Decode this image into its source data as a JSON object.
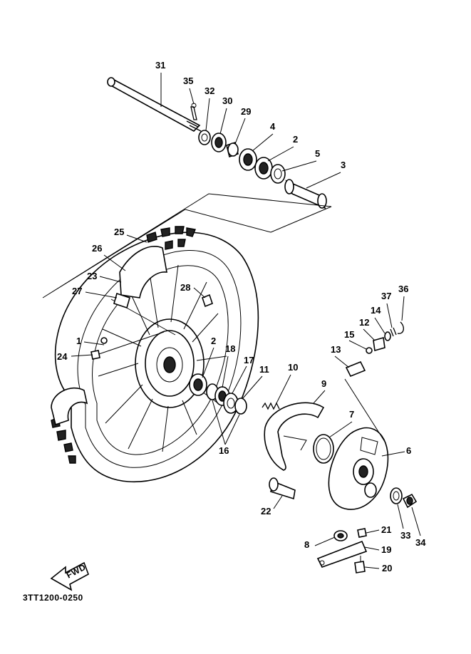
{
  "diagram": {
    "code": "3TT1200-0250",
    "fwd": "FWD",
    "callouts": [
      {
        "id": "c1",
        "text": "1"
      },
      {
        "id": "c2a",
        "text": "2"
      },
      {
        "id": "c2b",
        "text": "2"
      },
      {
        "id": "c3",
        "text": "3"
      },
      {
        "id": "c4",
        "text": "4"
      },
      {
        "id": "c5",
        "text": "5"
      },
      {
        "id": "c6",
        "text": "6"
      },
      {
        "id": "c7",
        "text": "7"
      },
      {
        "id": "c8",
        "text": "8"
      },
      {
        "id": "c9",
        "text": "9"
      },
      {
        "id": "c10",
        "text": "10"
      },
      {
        "id": "c11",
        "text": "11"
      },
      {
        "id": "c12",
        "text": "12"
      },
      {
        "id": "c13",
        "text": "13"
      },
      {
        "id": "c14",
        "text": "14"
      },
      {
        "id": "c15",
        "text": "15"
      },
      {
        "id": "c16",
        "text": "16"
      },
      {
        "id": "c17",
        "text": "17"
      },
      {
        "id": "c18",
        "text": "18"
      },
      {
        "id": "c19",
        "text": "19"
      },
      {
        "id": "c20",
        "text": "20"
      },
      {
        "id": "c21",
        "text": "21"
      },
      {
        "id": "c22",
        "text": "22"
      },
      {
        "id": "c23",
        "text": "23"
      },
      {
        "id": "c24",
        "text": "24"
      },
      {
        "id": "c25",
        "text": "25"
      },
      {
        "id": "c26",
        "text": "26"
      },
      {
        "id": "c27",
        "text": "27"
      },
      {
        "id": "c28",
        "text": "28"
      },
      {
        "id": "c29",
        "text": "29"
      },
      {
        "id": "c30",
        "text": "30"
      },
      {
        "id": "c31",
        "text": "31"
      },
      {
        "id": "c32",
        "text": "32"
      },
      {
        "id": "c33",
        "text": "33"
      },
      {
        "id": "c34",
        "text": "34"
      },
      {
        "id": "c35",
        "text": "35"
      },
      {
        "id": "c36",
        "text": "36"
      },
      {
        "id": "c37",
        "text": "37"
      }
    ]
  }
}
